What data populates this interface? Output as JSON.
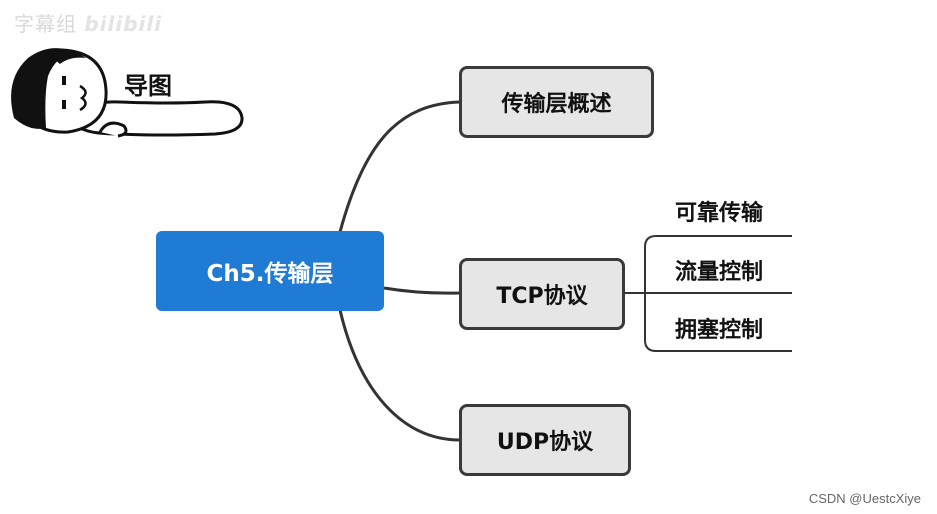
{
  "watermark": {
    "text": "字幕组",
    "brand": "bilibili"
  },
  "mascot_label": "导图",
  "root": {
    "label": "Ch5.传输层"
  },
  "children": [
    {
      "label": "传输层概述"
    },
    {
      "label": "TCP协议",
      "leaves": [
        {
          "label": "可靠传输"
        },
        {
          "label": "流量控制"
        },
        {
          "label": "拥塞控制"
        }
      ]
    },
    {
      "label": "UDP协议"
    }
  ],
  "footer": "CSDN @UestcXiye",
  "colors": {
    "root_fill": "#1f7bd3",
    "node_fill": "#e6e6e6",
    "node_border": "#3a3a3a",
    "line": "#333333"
  }
}
